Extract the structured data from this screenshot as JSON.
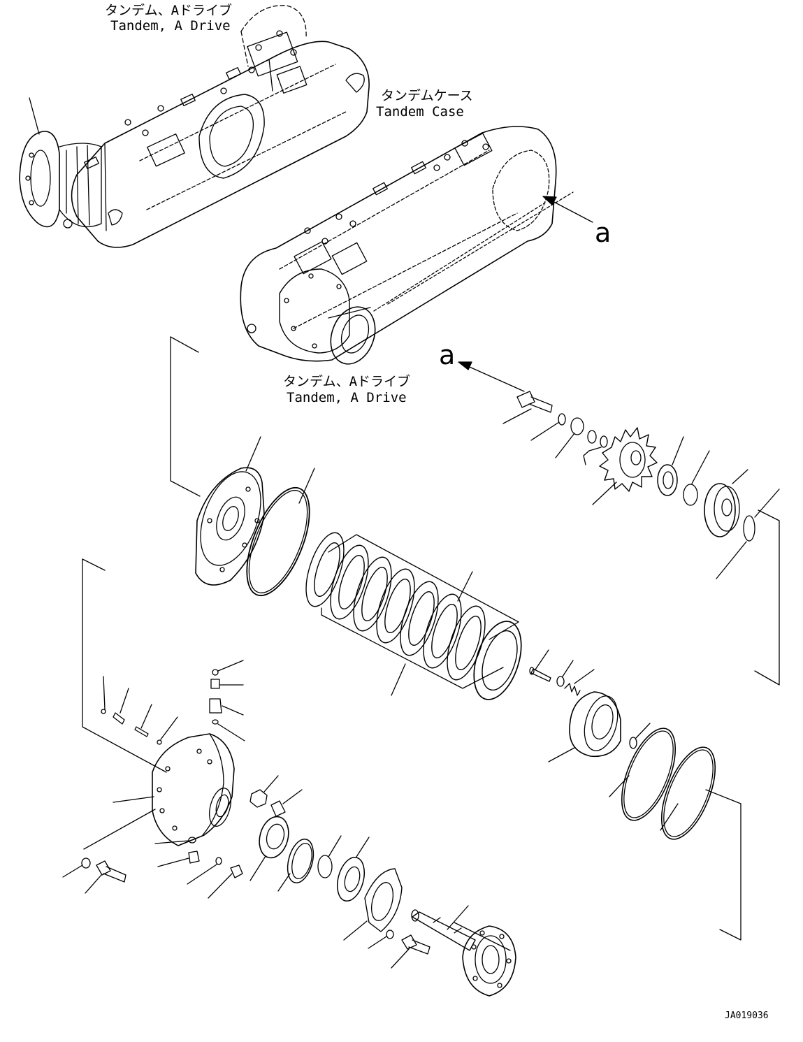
{
  "labels": {
    "top_drive": {
      "jp": "タンデム、Aドライブ",
      "en": "Tandem, A Drive"
    },
    "tandem_case": {
      "jp": "タンデムケース",
      "en": "Tandem Case"
    },
    "lower_drive": {
      "jp": "タンデム、Aドライブ",
      "en": "Tandem, A Drive"
    },
    "ref_a": "a",
    "drawing_code": "JA019036"
  }
}
